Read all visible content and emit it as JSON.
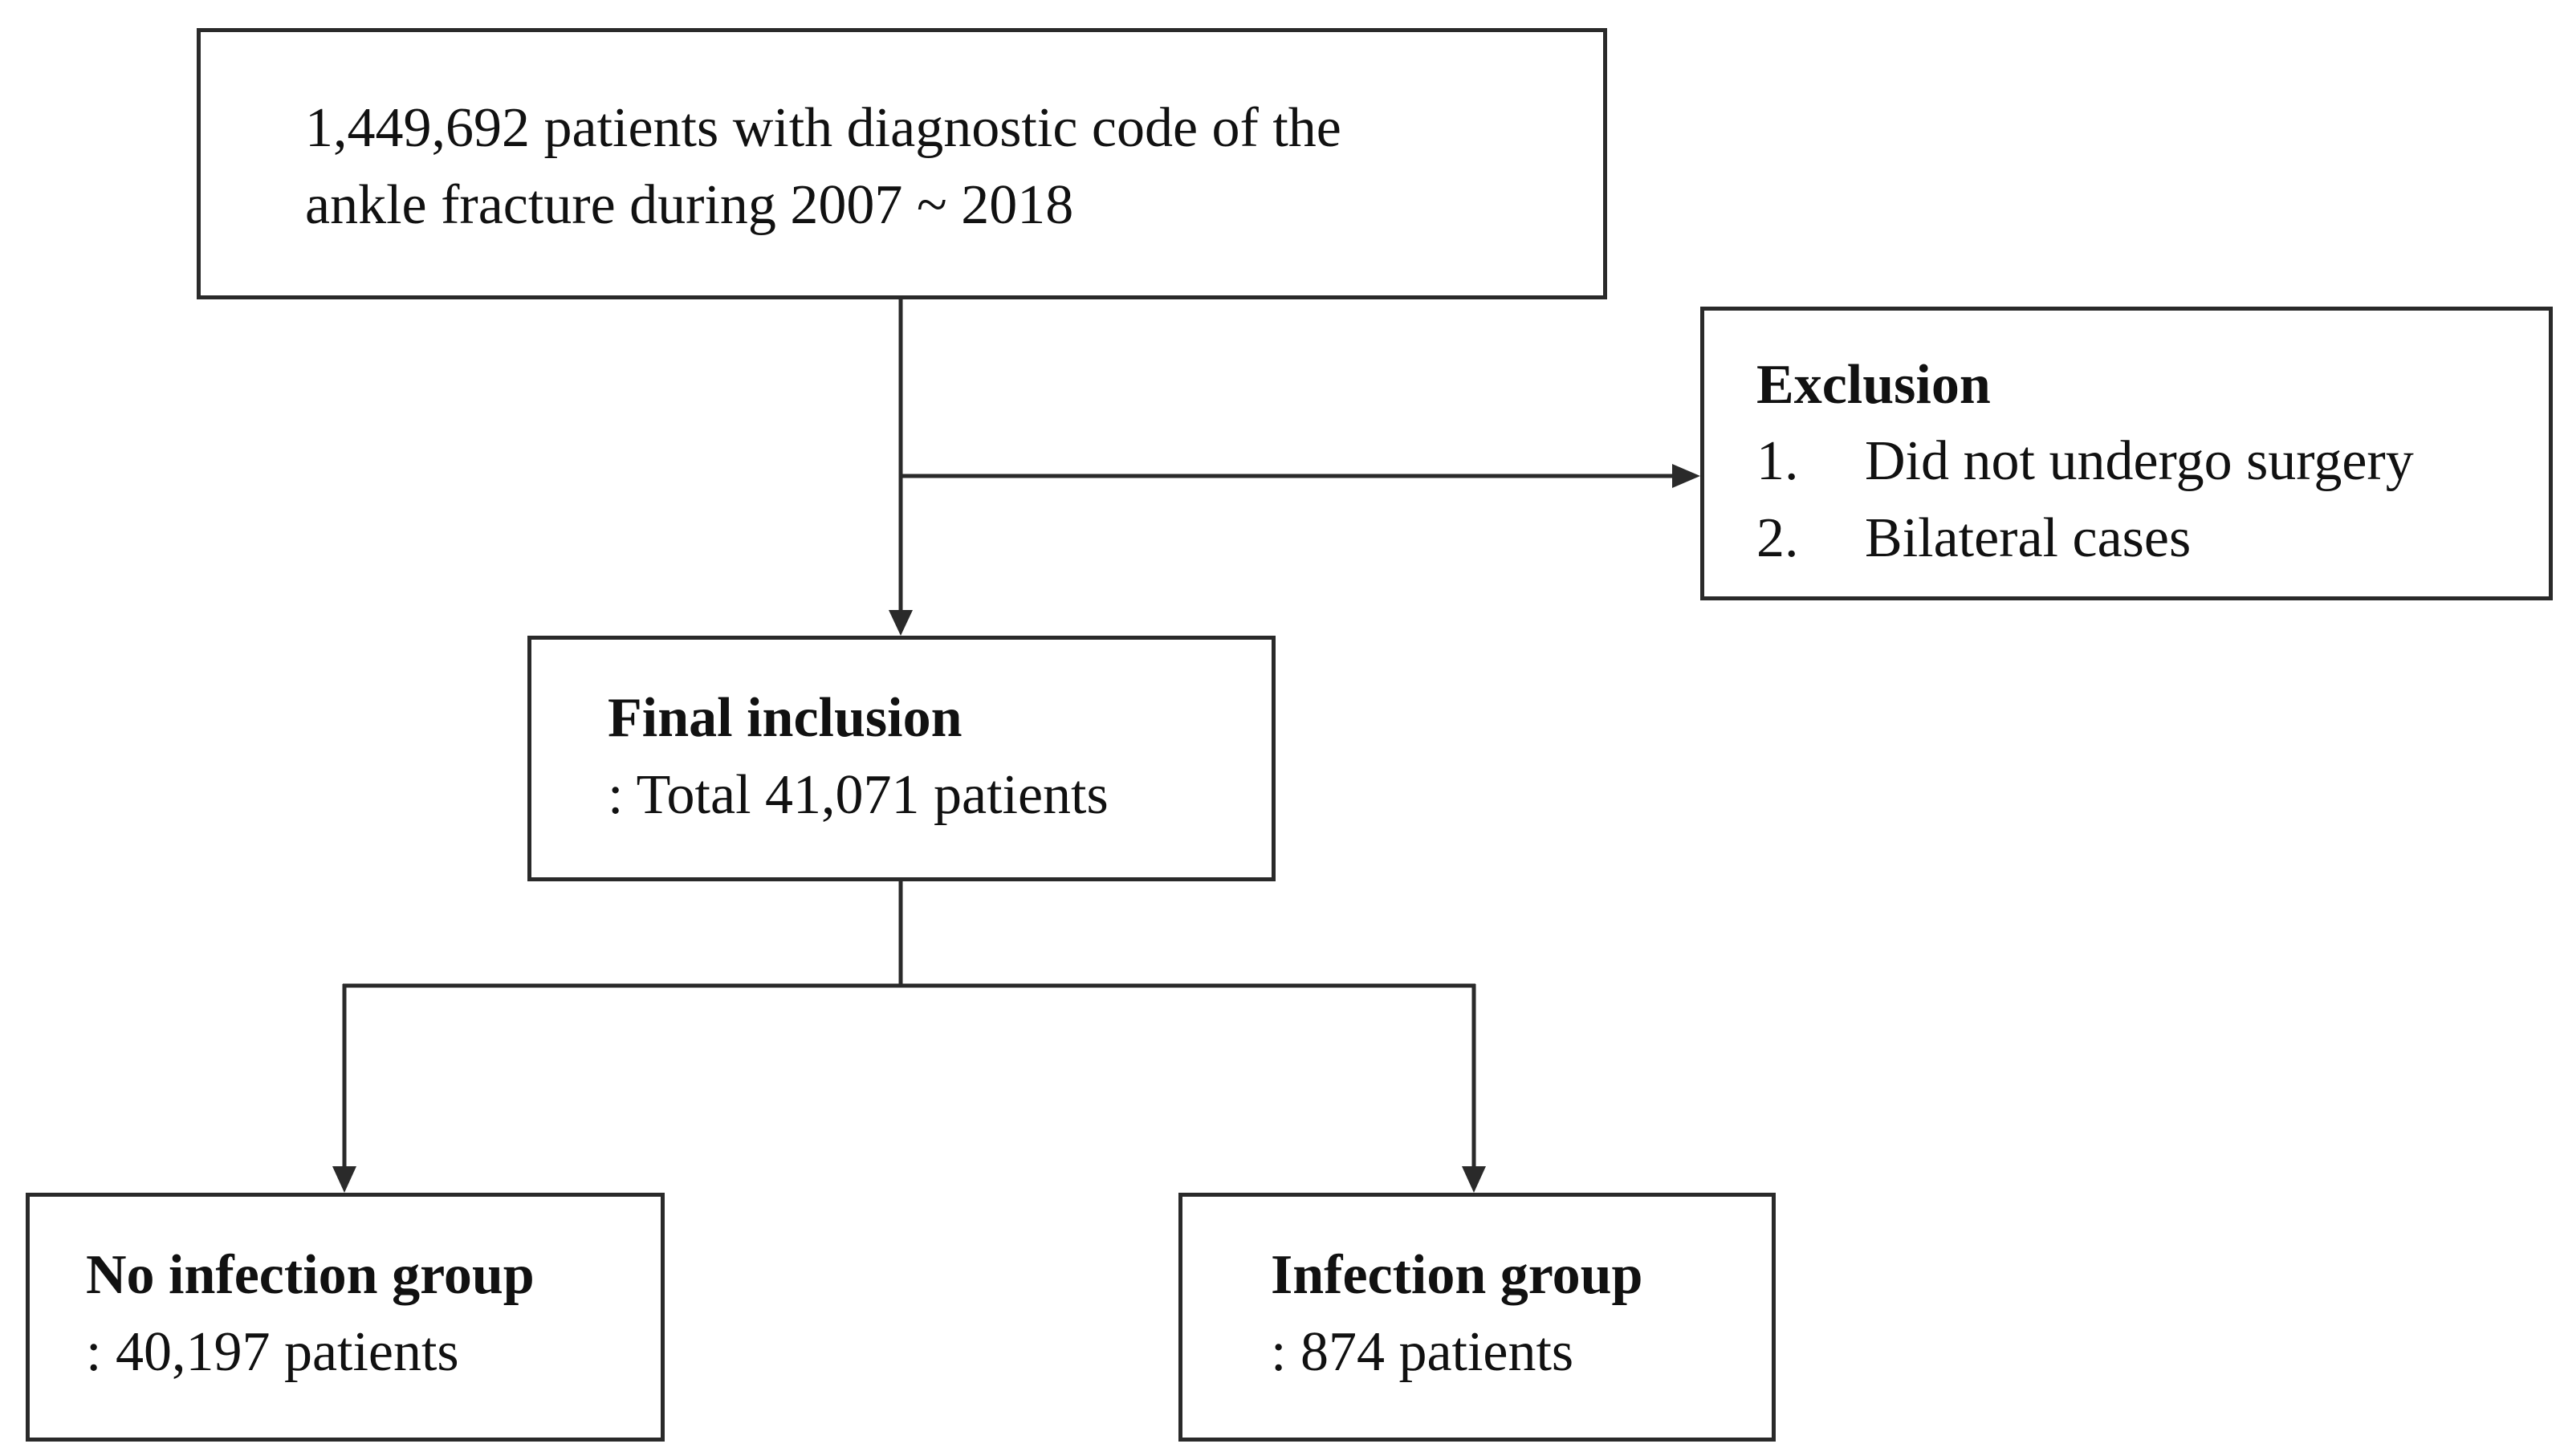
{
  "source_box": {
    "line1": "1,449,692 patients with diagnostic code of the",
    "line2": "ankle fracture during 2007 ~ 2018"
  },
  "exclusion_box": {
    "title": "Exclusion",
    "items": [
      {
        "number": "1.",
        "text": "Did not undergo surgery"
      },
      {
        "number": "2.",
        "text": "Bilateral cases"
      }
    ]
  },
  "inclusion_box": {
    "title": "Final inclusion",
    "detail": ": Total 41,071 patients"
  },
  "no_infection_box": {
    "title": "No infection group",
    "detail": ": 40,197 patients"
  },
  "infection_box": {
    "title": "Infection group",
    "detail": ": 874 patients"
  },
  "colors": {
    "stroke": "#2a2a2a",
    "text": "#111111",
    "background": "#ffffff"
  }
}
